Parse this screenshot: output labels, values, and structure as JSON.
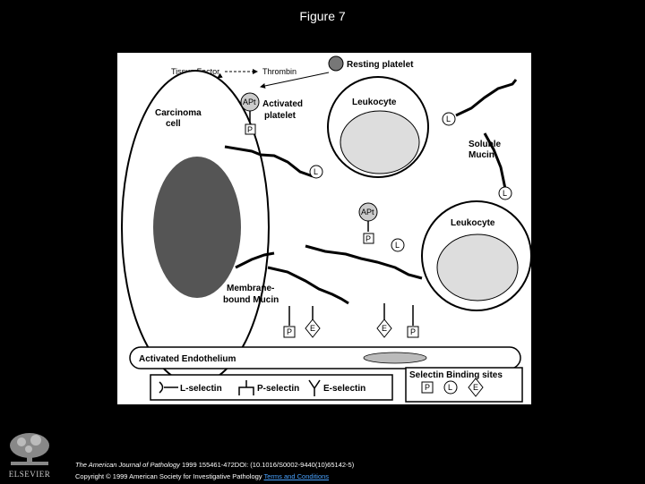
{
  "page": {
    "title": "Figure 7"
  },
  "diagram": {
    "labels": {
      "tissue_factor": "Tissue Factor",
      "thrombin": "Thrombin",
      "resting_platelet": "Resting platelet",
      "activated_platelet_line1": "Activated",
      "activated_platelet_line2": "platelet",
      "carcinoma_line1": "Carcinoma",
      "carcinoma_line2": "cell",
      "leukocyte_top": "Leukocyte",
      "leukocyte_right": "Leukocyte",
      "soluble_mucin_line1": "Soluble",
      "soluble_mucin_line2": "Mucin",
      "membrane_mucin_line1": "Membrane-",
      "membrane_mucin_line2": "bound Mucin",
      "activated_endothelium": "Activated Endothelium",
      "apt": "APt",
      "p": "P",
      "l": "L",
      "e": "E"
    },
    "legend": {
      "l_selectin": "L-selectin",
      "p_selectin": "P-selectin",
      "e_selectin": "E-selectin",
      "binding_sites_title": "Selectin Binding sites",
      "site_p": "P",
      "site_l": "L",
      "site_e": "E"
    }
  },
  "footer": {
    "journal": "The American Journal of Pathology",
    "citation": "1999 155461-472DOI: (10.1016/S0002-9440(10)65142-5)",
    "copyright": "Copyright © 1999 American Society for Investigative Pathology",
    "terms_link": "Terms and Conditions",
    "publisher_logo": "ELSEVIER"
  }
}
